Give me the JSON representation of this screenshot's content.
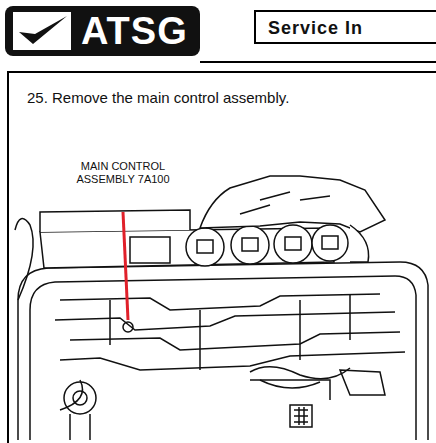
{
  "diagram": {
    "nodes": [
      {
        "text": [
          "ATSG"
        ]
      },
      {
        "text": [
          "Service In"
        ]
      }
    ],
    "labels": [
      "25. Remove the main control assembly.",
      "MAIN CONTROL ASSEMBLY 7A100"
    ]
  }
}
